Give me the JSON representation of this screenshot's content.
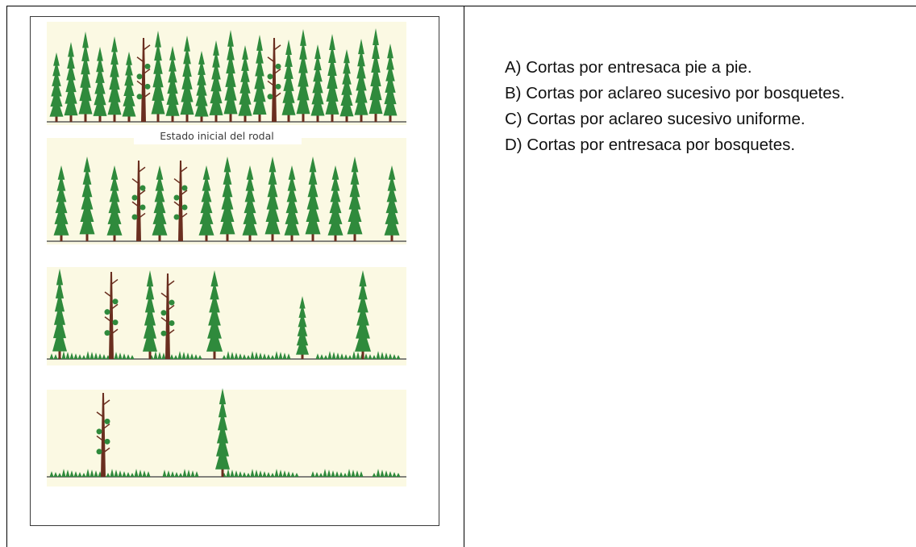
{
  "figure": {
    "caption": "Estado inicial del rodal",
    "panel_background": "#fbf9e3",
    "tree_color": "#2f8a3c",
    "trunk_color": "#6a2e1f",
    "ground_color": "#5a5a5a"
  },
  "options": [
    {
      "letter": "A",
      "text": "A) Cortas por entresaca pie a pie."
    },
    {
      "letter": "B",
      "text": "B) Cortas por aclareo sucesivo por bosquetes."
    },
    {
      "letter": "C",
      "text": "C) Cortas por aclareo sucesivo uniforme."
    },
    {
      "letter": "D",
      "text": "D) Cortas por entresaca por bosquetes."
    }
  ]
}
